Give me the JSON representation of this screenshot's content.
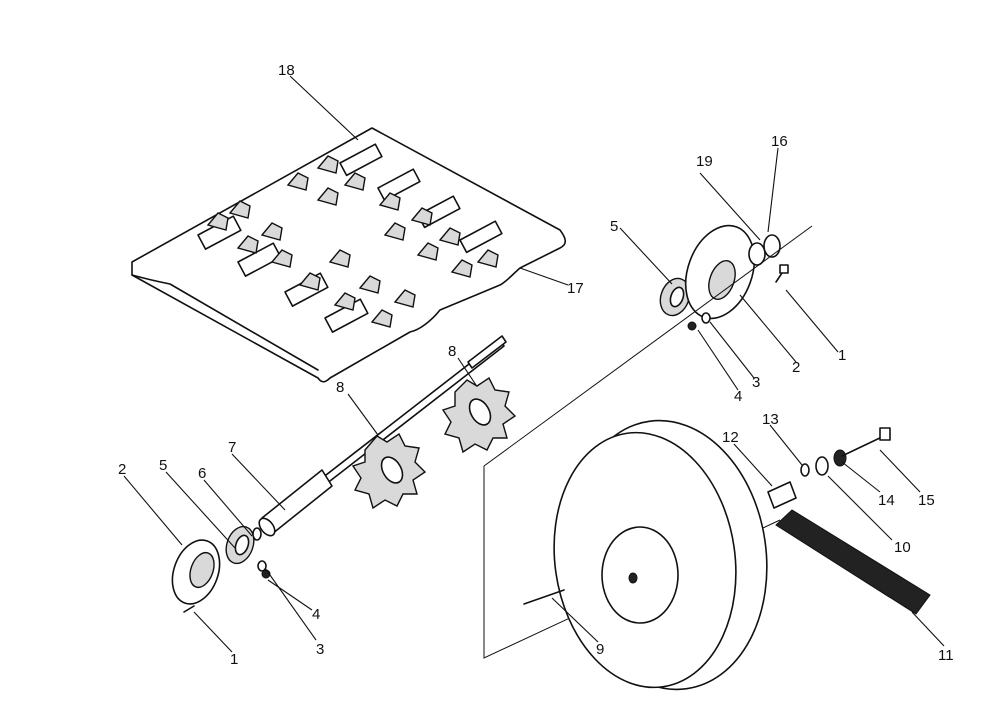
{
  "callouts": {
    "c1a": "1",
    "c1b": "1",
    "c2a": "2",
    "c2b": "2",
    "c3a": "3",
    "c3b": "3",
    "c4a": "4",
    "c4b": "4",
    "c5a": "5",
    "c5b": "5",
    "c6": "6",
    "c7": "7",
    "c8a": "8",
    "c8b": "8",
    "c9": "9",
    "c10": "10",
    "c11": "11",
    "c12": "12",
    "c13": "13",
    "c14": "14",
    "c15": "15",
    "c16": "16",
    "c17": "17",
    "c18": "18",
    "c19": "19"
  }
}
